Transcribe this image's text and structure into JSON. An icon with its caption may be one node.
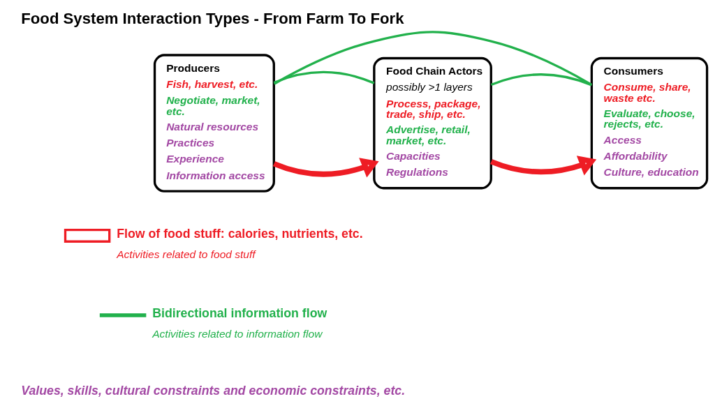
{
  "diagram": {
    "title": "Food System Interaction Types - From Farm To Fork",
    "nodes": [
      {
        "text": [
          "Producers",
          "Fish, harvest, etc.",
          "Negotiate, market, etc.",
          "Natural resources",
          "Practices",
          "Experience",
          "Information access"
        ]
      },
      {
        "text": [
          "Food Chain Actors",
          "possibly >1 layers",
          "Process, package, trade, ship, etc.",
          "Advertise, retail, market, etc.",
          "Capacities",
          "Regulations"
        ]
      },
      {
        "text": [
          "Consumers",
          "Consume, share, waste etc.",
          "Evaluate, choose, rejects, etc.",
          "Access",
          "Affordability",
          "Culture, education"
        ]
      }
    ],
    "edges": [
      {
        "from": 0,
        "to": 1,
        "arrow": "to",
        "style": "thick",
        "color": "#ee1c24"
      },
      {
        "from": 1,
        "to": 2,
        "arrow": "to",
        "style": "thick",
        "color": "#ee1c24"
      },
      {
        "from": 0,
        "to": 1,
        "arrow": "none"
      },
      {
        "from": 1,
        "to": 2,
        "arrow": "none"
      },
      {
        "from": 0,
        "to": 2,
        "arrow": "none"
      }
    ],
    "labels": [
      "Activities related to food stuff",
      "Activities related to information flow",
      "Values, skills, cultural constraints and economic constraints, etc."
    ],
    "legend": [
      {
        "text": "Flow of food stuff: calories, nutrients, etc."
      },
      {
        "text": "Bidirectional information flow"
      }
    ]
  }
}
